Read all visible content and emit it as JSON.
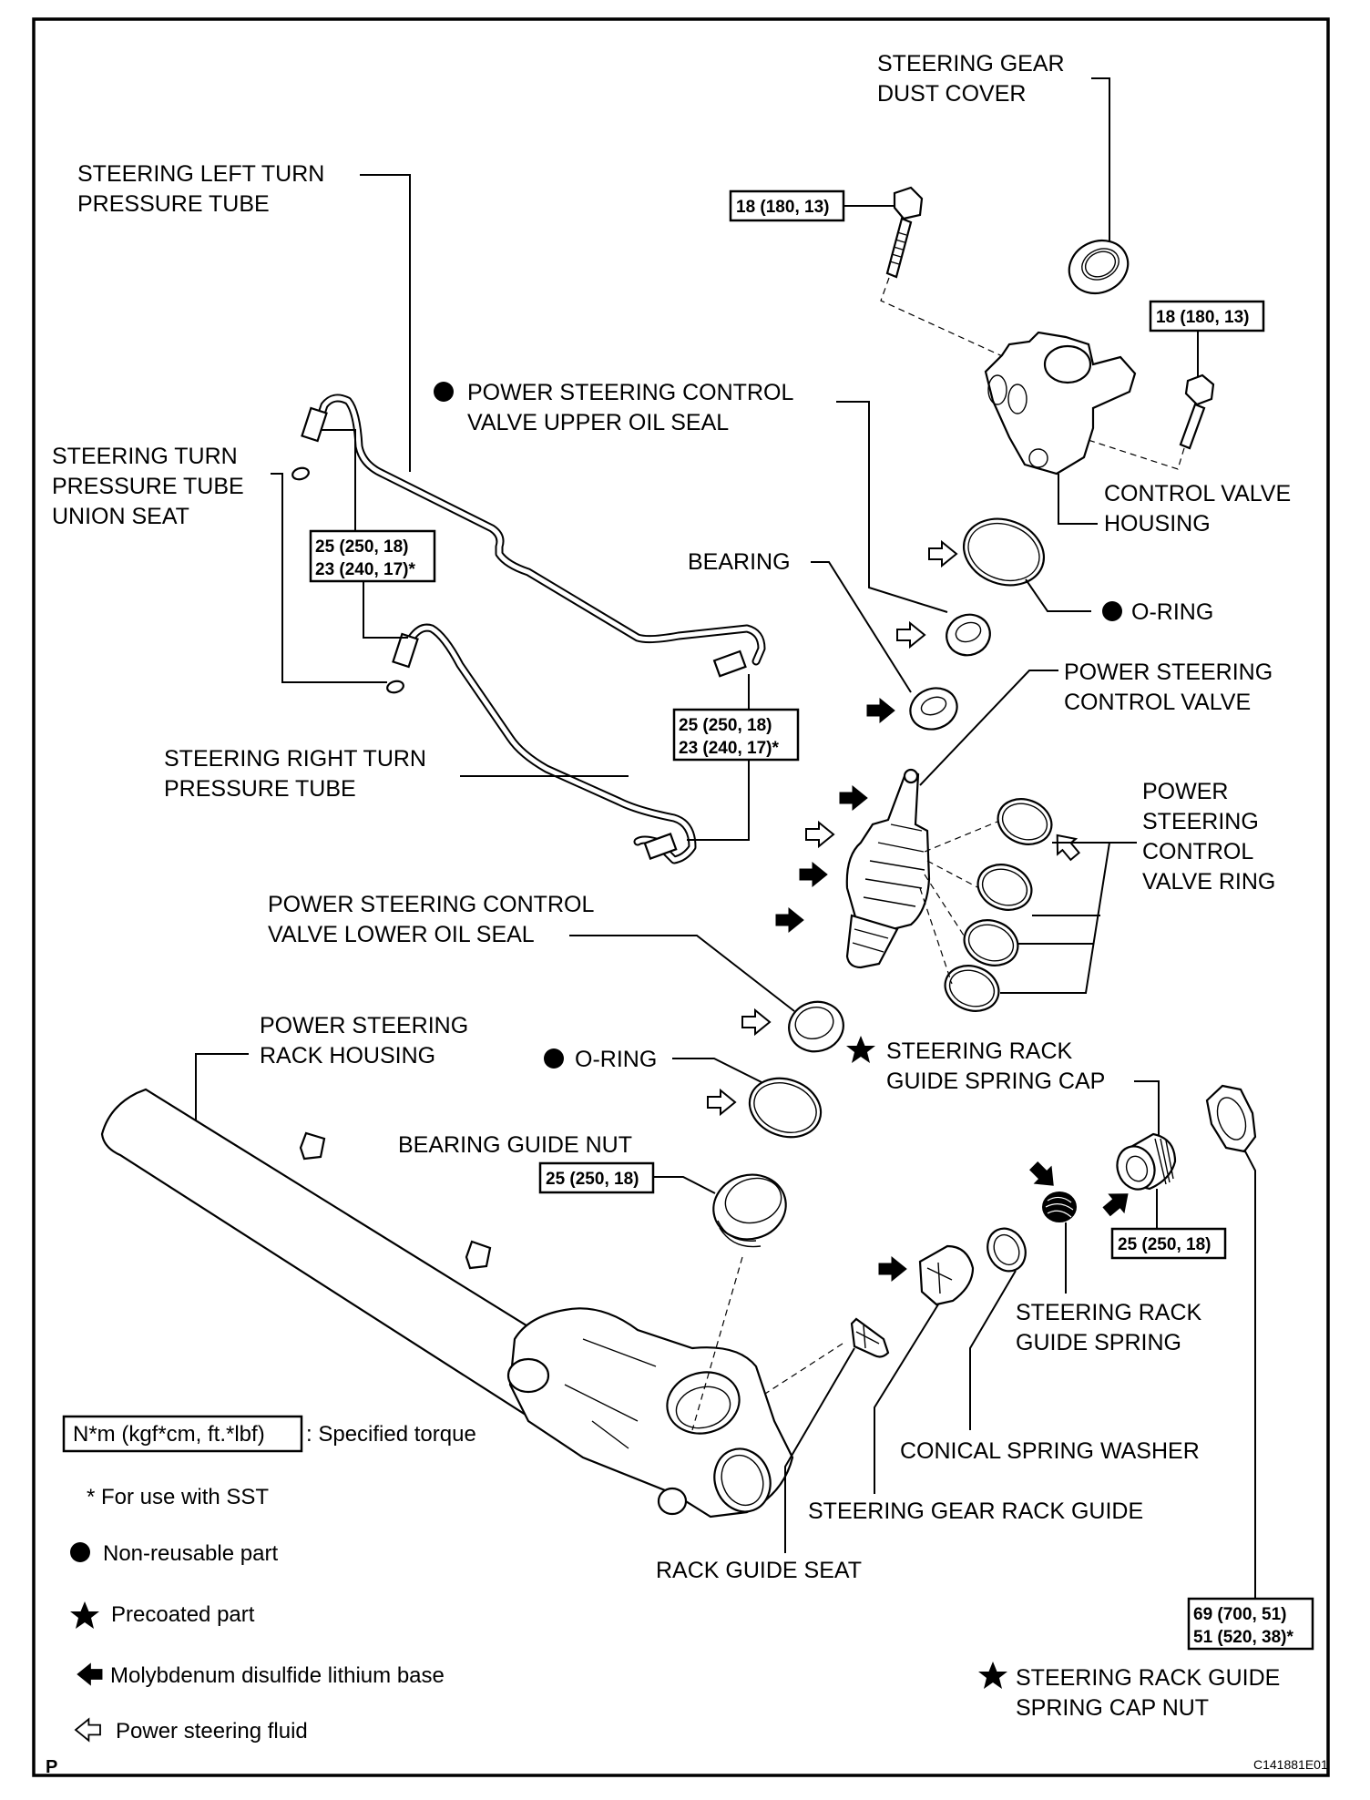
{
  "diagram": {
    "labels": {
      "dust_cover": [
        "STEERING GEAR",
        "DUST COVER"
      ],
      "left_turn_tube": [
        "STEERING LEFT TURN",
        "PRESSURE TUBE"
      ],
      "upper_oil_seal": [
        "POWER STEERING CONTROL",
        "VALVE UPPER OIL SEAL"
      ],
      "union_seat": [
        "STEERING TURN",
        "PRESSURE TUBE",
        "UNION SEAT"
      ],
      "control_valve_housing": [
        "CONTROL VALVE",
        "HOUSING"
      ],
      "bearing": "BEARING",
      "o_ring_upper": "O-RING",
      "control_valve": [
        "POWER STEERING",
        "CONTROL VALVE"
      ],
      "right_turn_tube": [
        "STEERING RIGHT TURN",
        "PRESSURE TUBE"
      ],
      "control_valve_ring": [
        "POWER",
        "STEERING",
        "CONTROL",
        "VALVE RING"
      ],
      "lower_oil_seal": [
        "POWER STEERING CONTROL",
        "VALVE LOWER OIL SEAL"
      ],
      "rack_housing": [
        "POWER STEERING",
        "RACK HOUSING"
      ],
      "spring_cap": [
        "STEERING RACK",
        "GUIDE SPRING CAP"
      ],
      "o_ring_lower": "O-RING",
      "bearing_guide_nut": "BEARING GUIDE NUT",
      "guide_spring": [
        "STEERING RACK",
        "GUIDE SPRING"
      ],
      "conical_washer": "CONICAL SPRING WASHER",
      "gear_rack_guide": "STEERING GEAR RACK GUIDE",
      "rack_guide_seat": "RACK GUIDE SEAT",
      "spring_cap_nut": [
        "STEERING RACK GUIDE",
        "SPRING CAP NUT"
      ]
    },
    "torques": {
      "bolt_left": [
        "18 (180, 13)"
      ],
      "bolt_right": [
        "18 (180, 13)"
      ],
      "union_left": [
        "25 (250, 18)",
        "23 (240, 17)*"
      ],
      "union_right": [
        "25 (250, 18)",
        "23 (240, 17)*"
      ],
      "bearing_guide_nut": [
        "25 (250, 18)"
      ],
      "spring_cap": [
        "25 (250, 18)"
      ],
      "spring_cap_nut": [
        "69 (700, 51)",
        "51 (520, 38)*"
      ]
    },
    "symbols": {
      "non_reusable": "filled-circle-icon",
      "precoated": "star-icon",
      "moly_grease": "filled-arrow-icon",
      "ps_fluid": "outline-arrow-icon"
    }
  },
  "legend": {
    "torque_unit_box": "N*m (kgf*cm, ft.*lbf)",
    "torque_unit_desc": ": Specified torque",
    "sst_note": "* For use with SST",
    "non_reusable": "Non-reusable part",
    "precoated": "Precoated part",
    "moly_grease": "Molybdenum disulfide lithium base",
    "ps_fluid": "Power steering fluid"
  },
  "footer": {
    "page_mark": "P",
    "figure_code": "C141881E01"
  }
}
